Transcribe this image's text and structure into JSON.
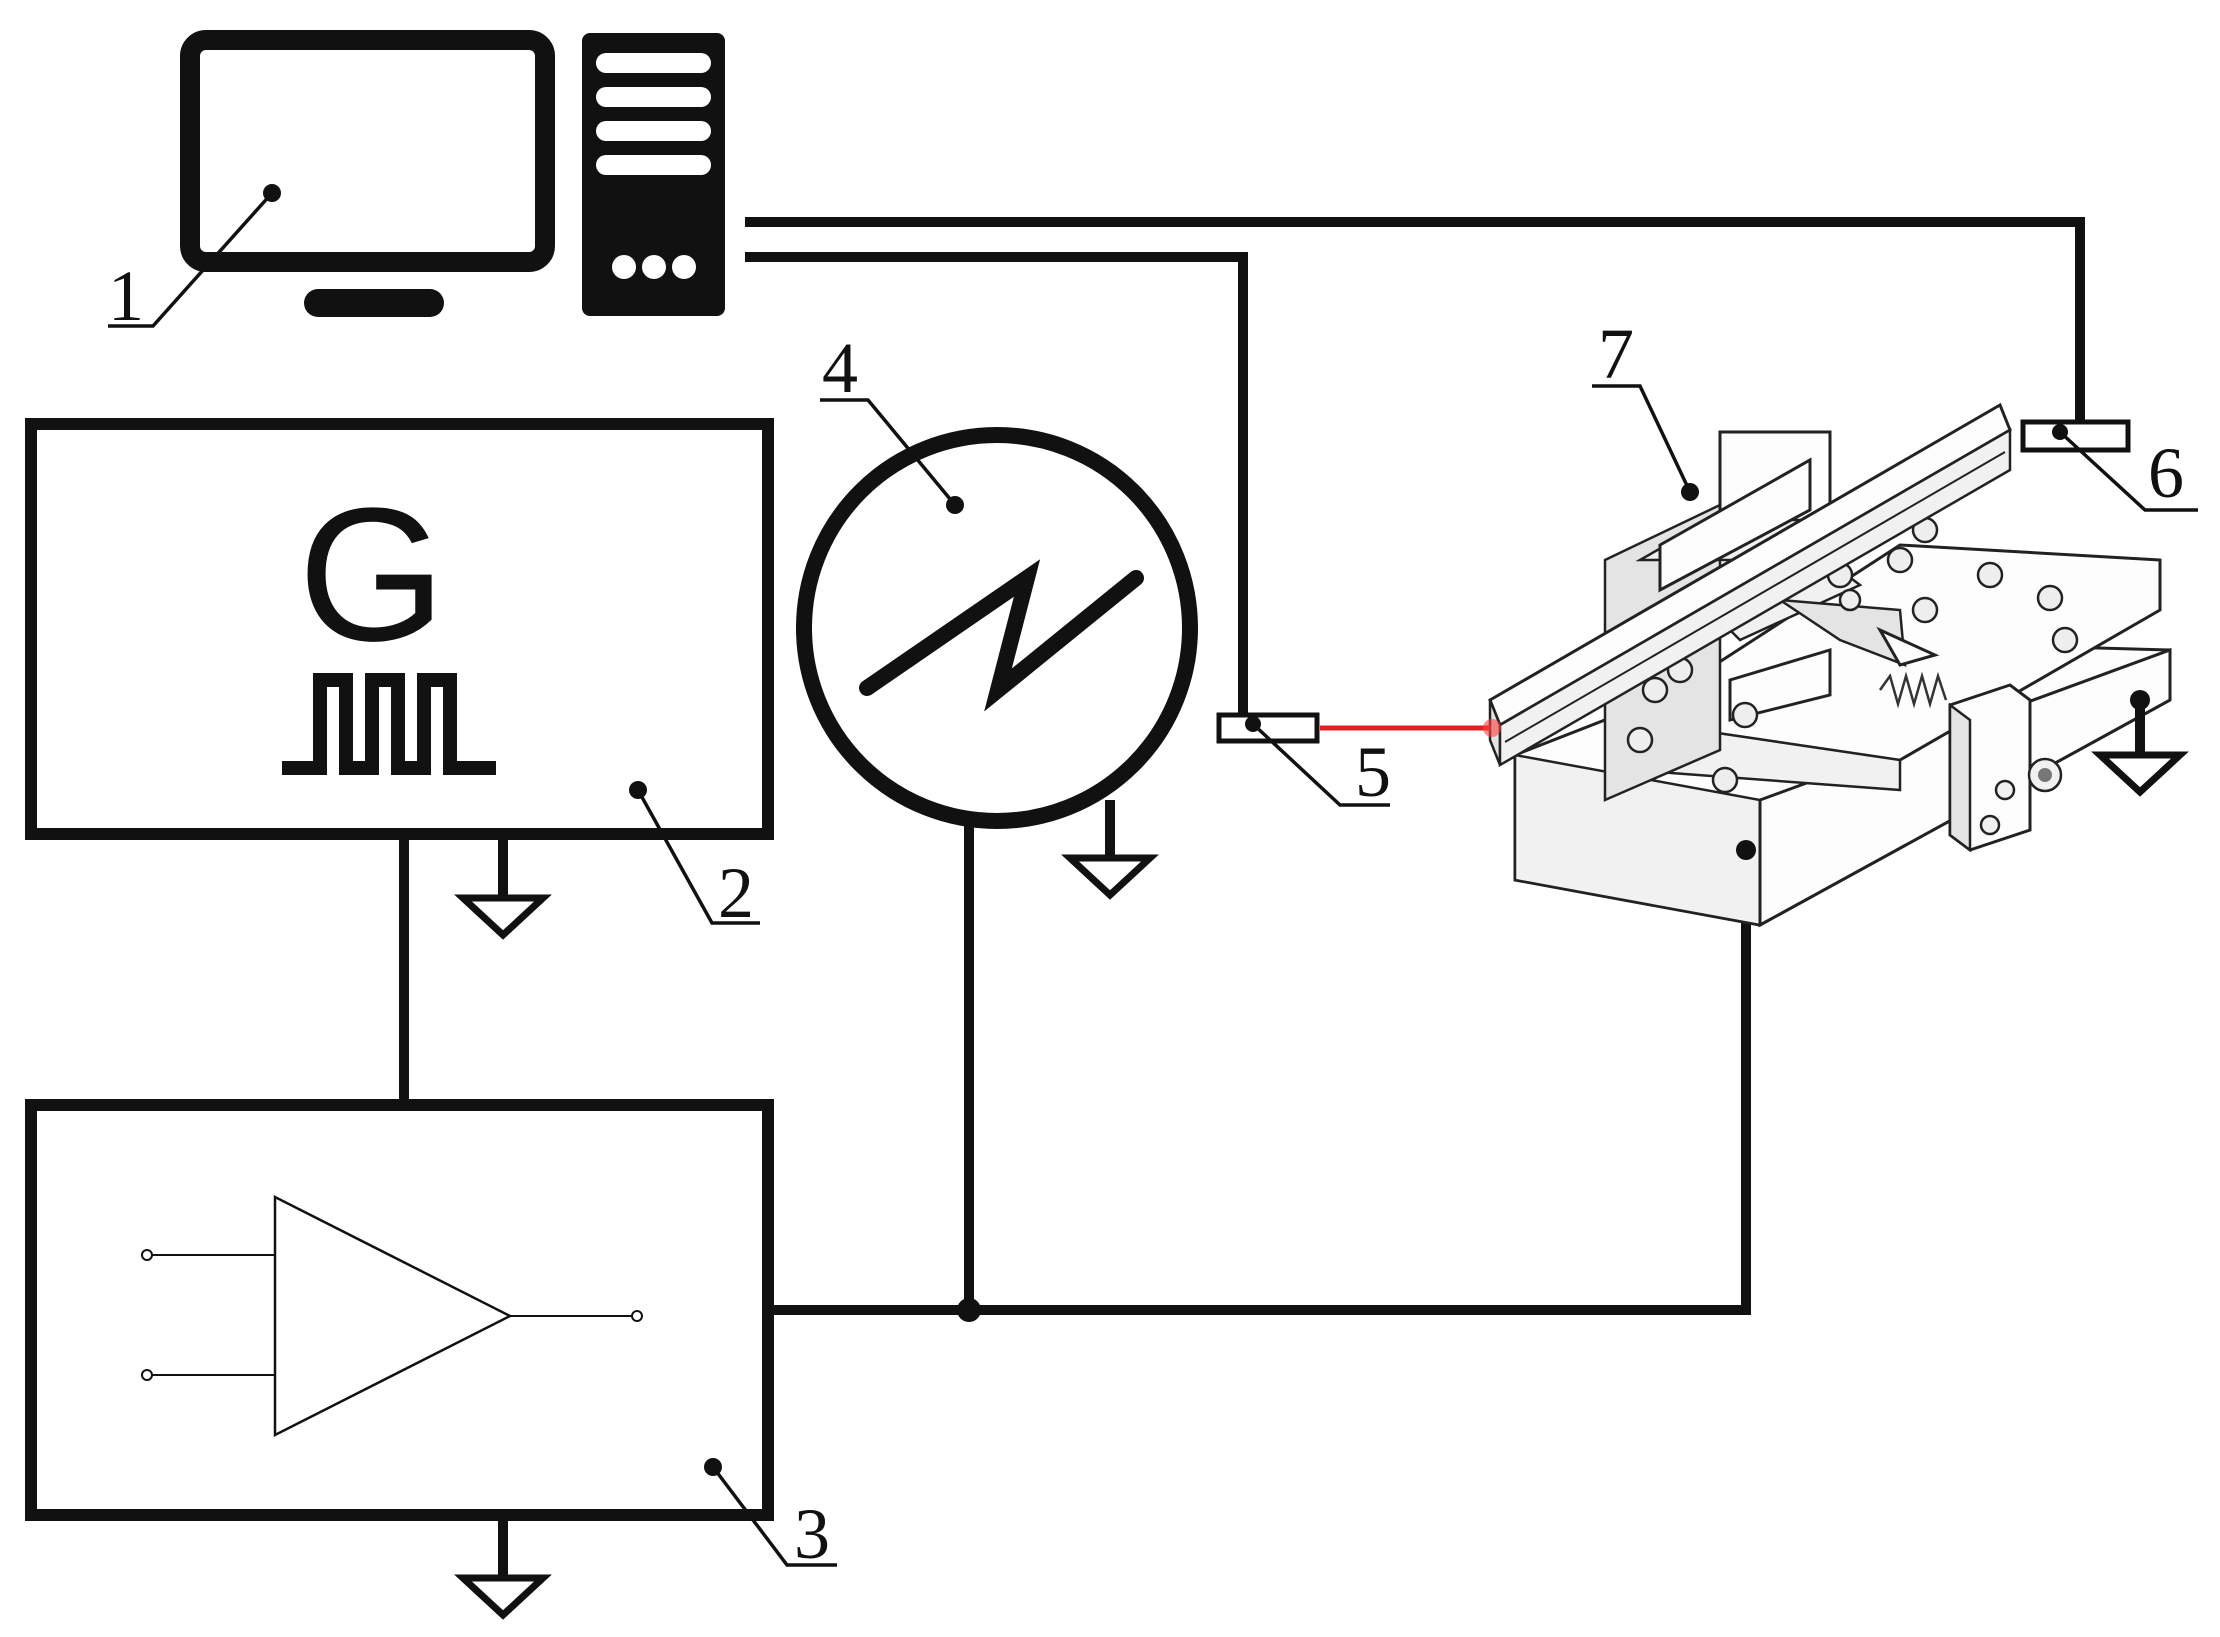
{
  "labels": {
    "computer": "1",
    "signal_generator": "2",
    "amplifier": "3",
    "power_source": "4",
    "sensor_5": "5",
    "sensor_6": "6",
    "stage": "7"
  },
  "generator_symbol": "G",
  "colors": {
    "line": "#111111",
    "laser": "#e02020",
    "background": "#ffffff"
  },
  "icons": [
    "monitor-icon",
    "computer-tower-icon",
    "pulse-wave-icon",
    "sawtooth-icon",
    "ground-icon",
    "amplifier-icon"
  ]
}
